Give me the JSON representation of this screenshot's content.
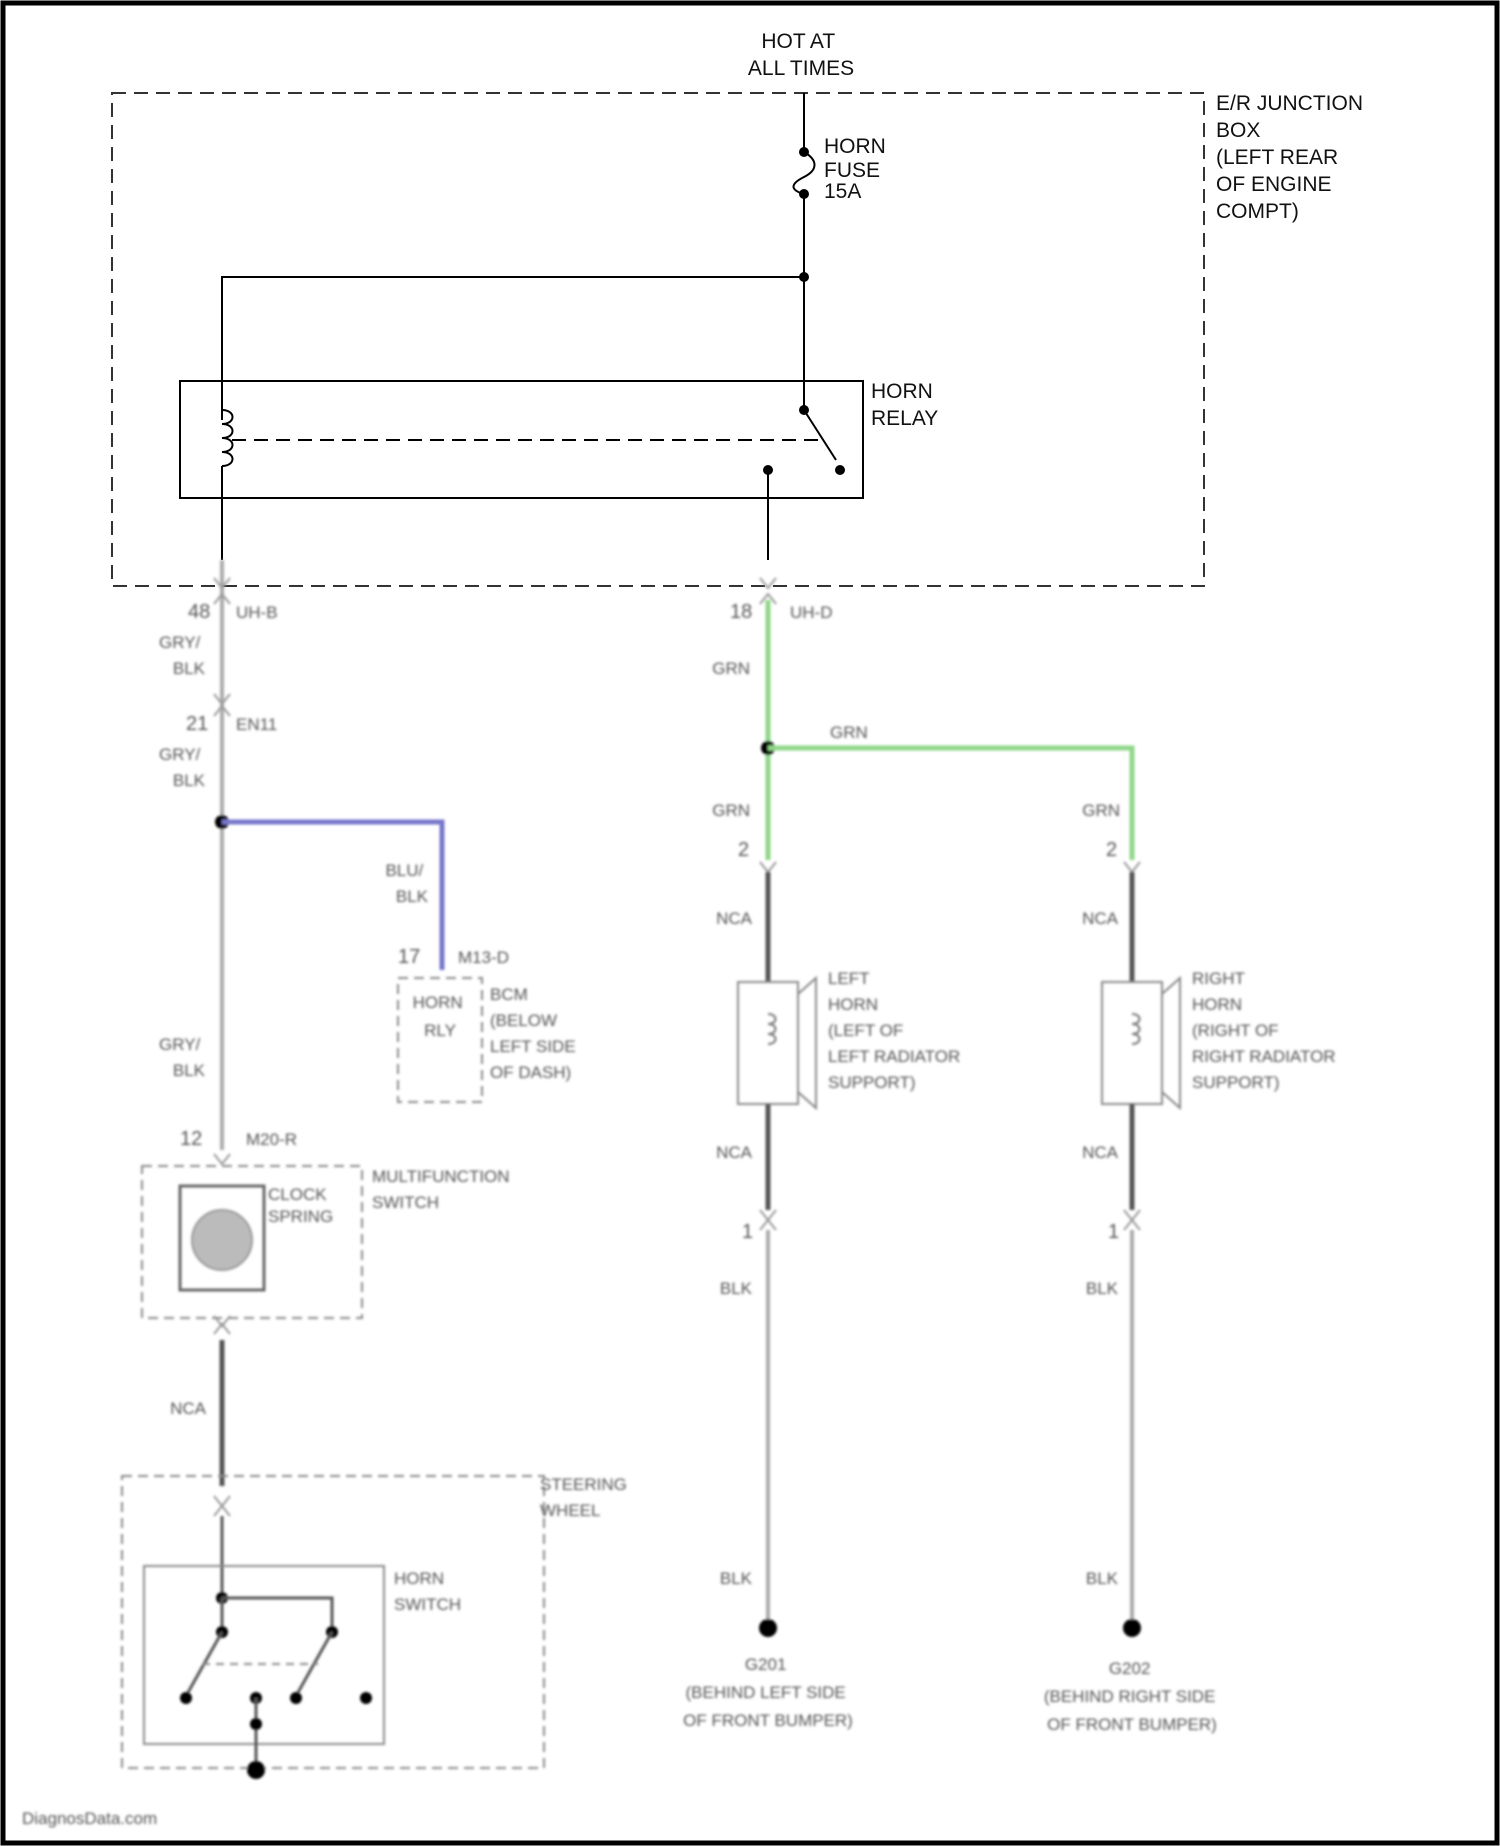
{
  "top_label": [
    "HOT AT",
    "ALL TIMES"
  ],
  "junction_box_label": [
    "E/R JUNCTION",
    "BOX",
    "(LEFT REAR",
    "OF ENGINE",
    "COMPT)"
  ],
  "fuse_label": [
    "HORN",
    "FUSE",
    "15A"
  ],
  "relay_label": [
    "HORN",
    "RELAY"
  ],
  "left_circuit": {
    "connector_1_pin": "48",
    "connector_1_id": "UH-B",
    "wire_1": [
      "GRY/",
      "BLK"
    ],
    "connector_2_pin": "21",
    "connector_2_id": "EN11",
    "wire_2": [
      "GRY/",
      "BLK"
    ],
    "branch_wire": [
      "BLU/",
      "BLK"
    ],
    "bcm_pin": "17",
    "bcm_connector": "M13-D",
    "bcm_module": [
      "HORN",
      "RLY"
    ],
    "bcm_label": [
      "BCM",
      "(BELOW",
      "LEFT SIDE",
      "OF DASH)"
    ],
    "wire_3": [
      "GRY/",
      "BLK"
    ],
    "ms_pin": "12",
    "ms_connector": "M20-R",
    "clock_spring_label": [
      "CLOCK",
      "SPRING"
    ],
    "multifunction_label": [
      "MULTIFUNCTION",
      "SWITCH"
    ],
    "wire_4": "NCA",
    "steering_label": [
      "STEERING",
      "WHEEL"
    ],
    "horn_switch_label": [
      "HORN",
      "SWITCH"
    ]
  },
  "right_circuit": {
    "connector_pin": "18",
    "connector_id": "UH-D",
    "wire_main": "GRN",
    "wire_branch": "GRN",
    "left_branch_wire": "GRN",
    "right_branch_wire": "GRN",
    "left_pin_top": "2",
    "right_pin_top": "2",
    "left_wire_nca_1": "NCA",
    "right_wire_nca_1": "NCA",
    "left_horn_label": [
      "LEFT",
      "HORN",
      "(LEFT OF",
      "LEFT RADIATOR",
      "SUPPORT)"
    ],
    "right_horn_label": [
      "RIGHT",
      "HORN",
      "(RIGHT OF",
      "RIGHT RADIATOR",
      "SUPPORT)"
    ],
    "left_wire_nca_2": "NCA",
    "right_wire_nca_2": "NCA",
    "left_pin_bottom": "1",
    "right_pin_bottom": "1",
    "left_wire_blk_1": "BLK",
    "right_wire_blk_1": "BLK",
    "left_wire_blk_2": "BLK",
    "right_wire_blk_2": "BLK",
    "left_ground_label": [
      "G201",
      "(BEHIND LEFT SIDE",
      "OF FRONT BUMPER)"
    ],
    "right_ground_label": [
      "G202",
      "(BEHIND RIGHT SIDE",
      "OF FRONT BUMPER)"
    ]
  },
  "watermark": "DiagnosData.com",
  "colors": {
    "wire_green": "#8fd889",
    "wire_blue": "#7777cc",
    "wire_gray": "#aaaaaa",
    "wire_dark": "#555555"
  }
}
